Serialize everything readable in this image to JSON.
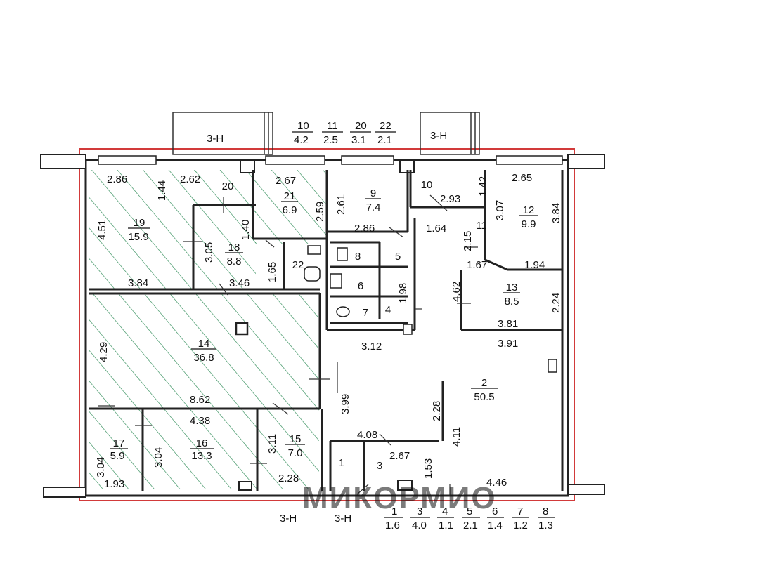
{
  "title": "",
  "colors": {
    "outline": "#d23a3a",
    "hatch": "#2e8b57",
    "wall": "#222222",
    "watermark": "#cfcfcf"
  },
  "watermark": "МИКОРМИО",
  "markers": [
    "3-Н",
    "3-Н",
    "3-Н",
    "3-Н"
  ],
  "top_legend": [
    {
      "num": "10",
      "area": "4.2"
    },
    {
      "num": "11",
      "area": "2.5"
    },
    {
      "num": "20",
      "area": "3.1"
    },
    {
      "num": "22",
      "area": "2.1"
    }
  ],
  "bottom_legend": [
    {
      "num": "1",
      "area": "1.6"
    },
    {
      "num": "3",
      "area": "4.0"
    },
    {
      "num": "4",
      "area": "1.1"
    },
    {
      "num": "5",
      "area": "2.1"
    },
    {
      "num": "6",
      "area": "1.4"
    },
    {
      "num": "7",
      "area": "1.2"
    },
    {
      "num": "8",
      "area": "1.3"
    }
  ],
  "rooms": [
    {
      "num": "19",
      "area": "15.9",
      "hatched": true
    },
    {
      "num": "18",
      "area": "8.8",
      "hatched": true
    },
    {
      "num": "21",
      "area": "6.9",
      "hatched": true
    },
    {
      "num": "20",
      "area": "",
      "hatched": true
    },
    {
      "num": "22",
      "area": "",
      "hatched": false
    },
    {
      "num": "9",
      "area": "7.4",
      "hatched": false
    },
    {
      "num": "10",
      "area": "",
      "hatched": false
    },
    {
      "num": "11",
      "area": "",
      "hatched": false
    },
    {
      "num": "12",
      "area": "9.9",
      "hatched": false
    },
    {
      "num": "13",
      "area": "8.5",
      "hatched": false
    },
    {
      "num": "14",
      "area": "36.8",
      "hatched": true
    },
    {
      "num": "2",
      "area": "50.5",
      "hatched": false
    },
    {
      "num": "17",
      "area": "5.9",
      "hatched": true
    },
    {
      "num": "16",
      "area": "13.3",
      "hatched": true
    },
    {
      "num": "15",
      "area": "7.0",
      "hatched": true
    },
    {
      "num": "8",
      "area": "",
      "hatched": false
    },
    {
      "num": "5",
      "area": "",
      "hatched": false
    },
    {
      "num": "6",
      "area": "",
      "hatched": false
    },
    {
      "num": "7",
      "area": "",
      "hatched": false
    },
    {
      "num": "4",
      "area": "",
      "hatched": false
    },
    {
      "num": "1",
      "area": "",
      "hatched": false
    },
    {
      "num": "3",
      "area": "",
      "hatched": false
    }
  ],
  "dims": [
    "2.86",
    "1.44",
    "2.62",
    "2.67",
    "2.59",
    "2.61",
    "2.93",
    "1.42",
    "2.65",
    "4.51",
    "1.40",
    "3.05",
    "1.65",
    "3.84",
    "3.46",
    "2.86",
    "1.64",
    "2.15",
    "3.07",
    "3.84",
    "1.98",
    "1.67",
    "1.94",
    "4.62",
    "2.24",
    "3.81",
    "3.91",
    "4.29",
    "3.12",
    "3.99",
    "8.62",
    "4.38",
    "2.28",
    "4.11",
    "3.04",
    "3.04",
    "3.11",
    "4.08",
    "2.67",
    "1.53",
    "1.93",
    "2.28",
    "4.46"
  ]
}
